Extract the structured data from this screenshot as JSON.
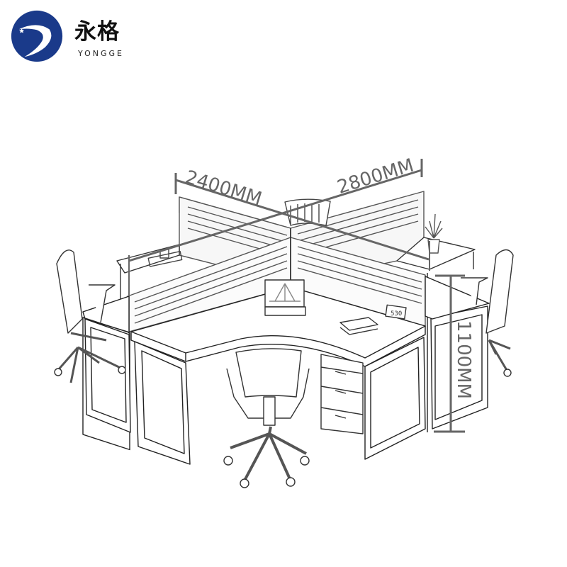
{
  "brand": {
    "name_cn": "永格",
    "name_en": "YONGGE",
    "logo_icon": "crescent-swoosh-icon",
    "logo_color": "#1a3a8a"
  },
  "product": {
    "type": "4-person cross office workstation line drawing",
    "items_depicted": [
      "desk",
      "glass-slat partition",
      "office chair x4",
      "mobile pedestal drawer",
      "laptop",
      "books",
      "desk clock",
      "potted plant",
      "coffee cup"
    ]
  },
  "dimensions": {
    "width_label": "2400MM",
    "depth_label": "2800MM",
    "height_label": "1100MM",
    "line_color": "#666666"
  },
  "desk_clock": {
    "display": "530"
  }
}
